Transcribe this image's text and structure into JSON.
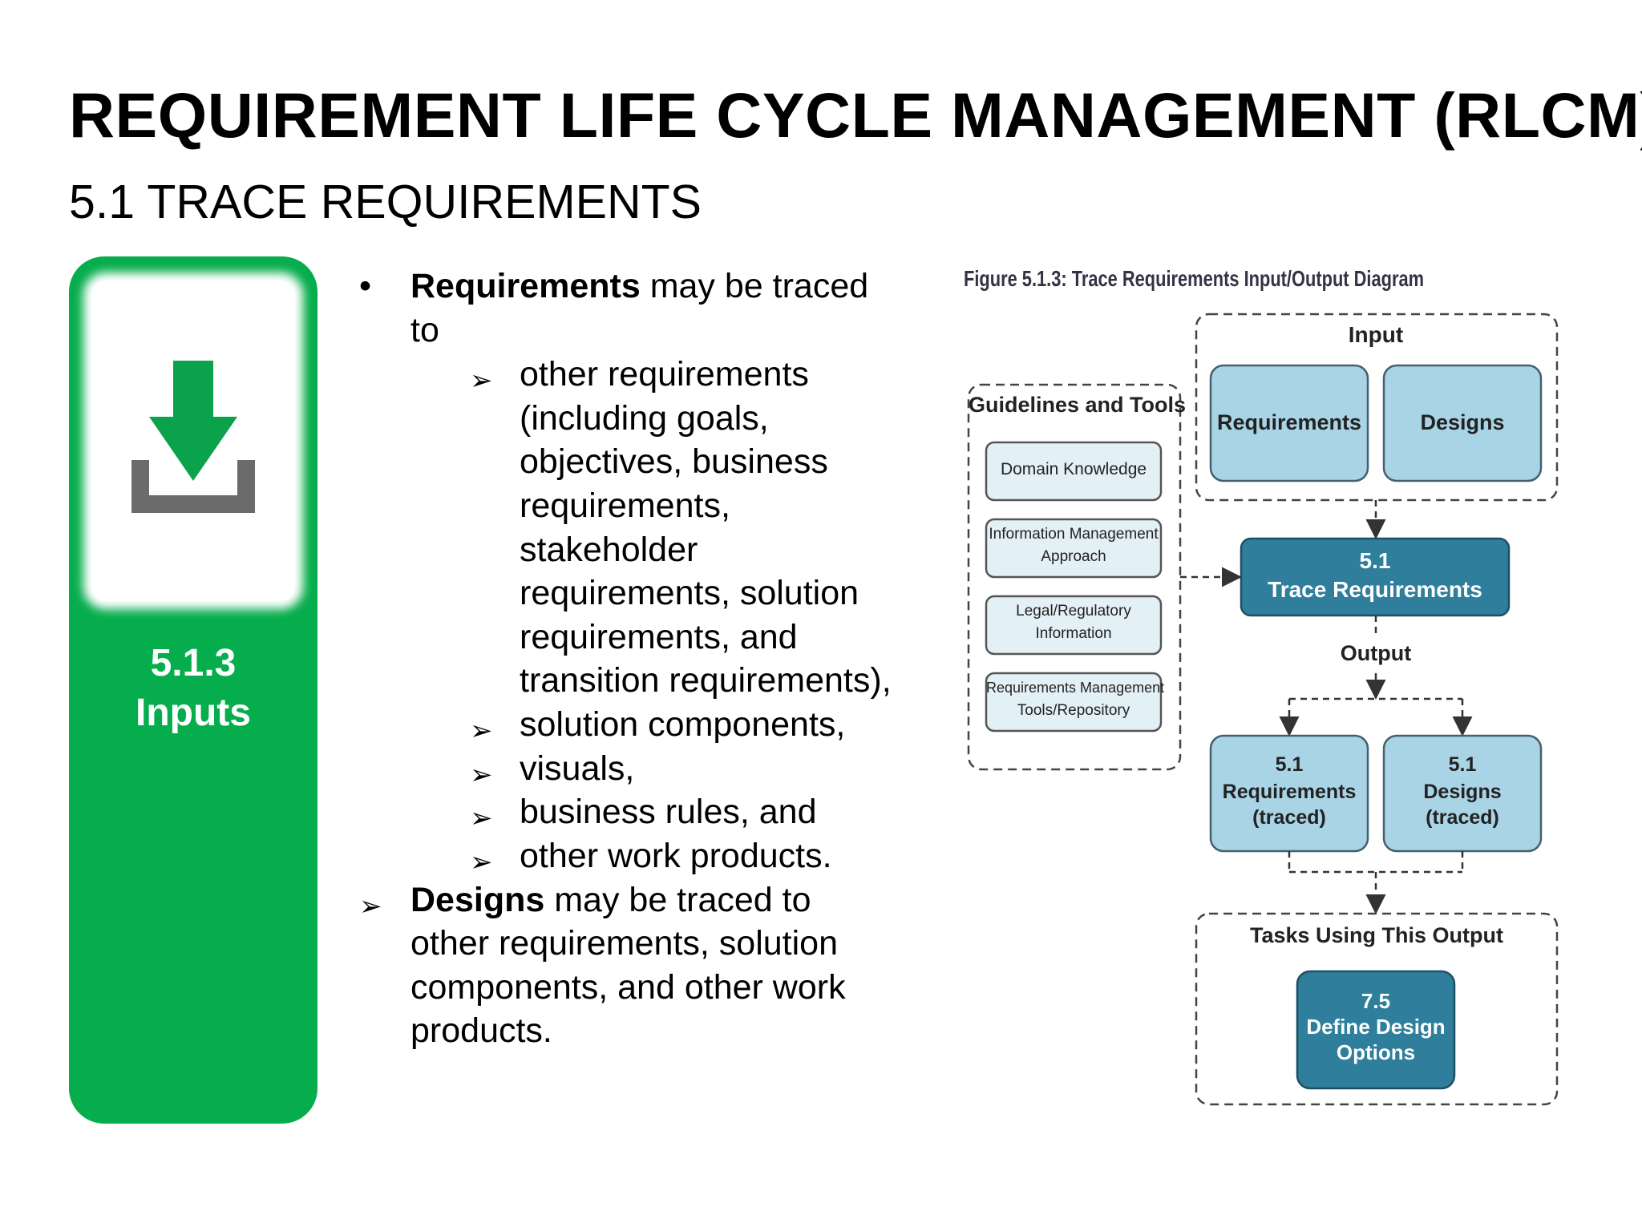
{
  "header": {
    "title": "REQUIREMENT LIFE CYCLE MANAGEMENT (RLCM)",
    "subtitle": "5.1 TRACE REQUIREMENTS"
  },
  "panel": {
    "icon": "download-tray-icon",
    "label_line1": "5.1.3",
    "label_line2": "Inputs",
    "color": "#06ad4d"
  },
  "content": {
    "bullet1": {
      "bold": "Requirements",
      "rest": " may be traced",
      "line2": "to"
    },
    "subitems": [
      "other requirements",
      "(including goals,",
      "objectives, business",
      "requirements,",
      "stakeholder",
      "requirements, solution",
      "requirements, and",
      "transition requirements),"
    ],
    "subitems2": [
      "solution components,",
      "visuals,",
      "business rules, and",
      "other work products."
    ],
    "bullet2": {
      "bold": "Designs",
      "rest": " may be traced to",
      "lines": [
        "other requirements, solution",
        "components, and other work",
        "products."
      ]
    }
  },
  "figure": {
    "caption": "Figure 5.1.3: Trace Requirements Input/Output Diagram",
    "input_label": "Input",
    "input_boxes": [
      "Requirements",
      "Designs"
    ],
    "guidelines_label": "Guidelines and Tools",
    "guidelines": [
      [
        "Domain Knowledge"
      ],
      [
        "Information Management",
        "Approach"
      ],
      [
        "Legal/Regulatory",
        "Information"
      ],
      [
        "Requirements Management",
        "Tools/Repository"
      ]
    ],
    "task": [
      "5.1",
      "Trace Requirements"
    ],
    "output_label": "Output",
    "outputs": [
      [
        "5.1",
        "Requirements",
        "(traced)"
      ],
      [
        "5.1",
        "Designs",
        "(traced)"
      ]
    ],
    "tasks_label": "Tasks Using This Output",
    "next_task": [
      "7.5",
      "Define Design",
      "Options"
    ],
    "colors": {
      "light_box": "#a9d4e6",
      "dark_box": "#2f7f9c",
      "guide_box": "#e3f0f5"
    }
  }
}
